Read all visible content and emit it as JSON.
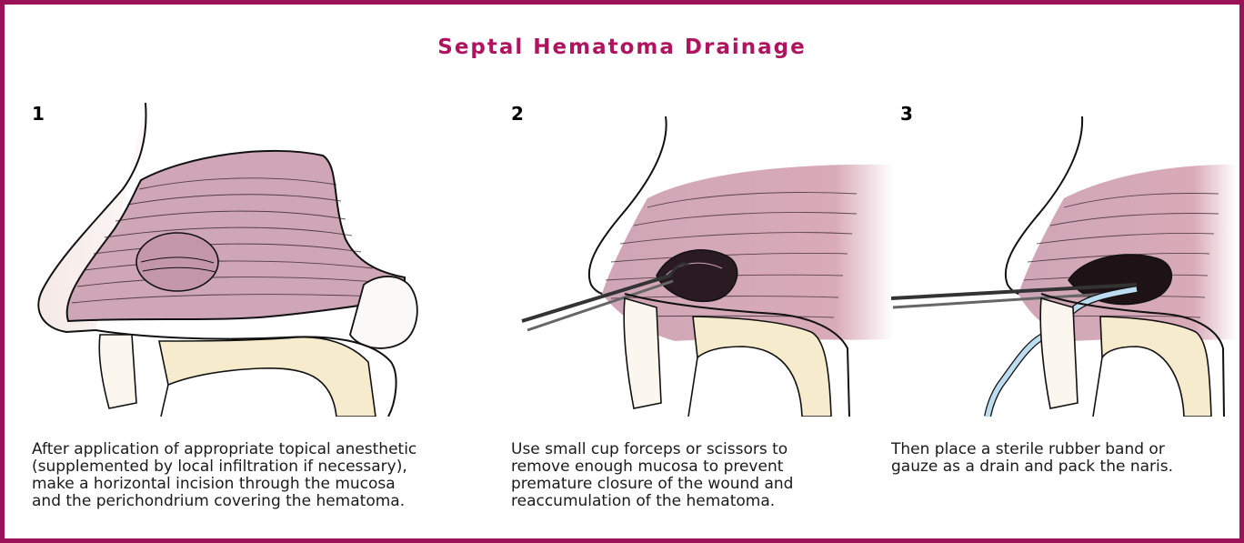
{
  "title": "Septal Hematoma Drainage",
  "steps": [
    {
      "number": "1",
      "caption_lines": [
        "After application of appropriate topical anesthetic",
        "(supplemented by local infiltration if necessary),",
        "make a horizontal incision through the mucosa",
        "and the perichondrium covering the hematoma."
      ]
    },
    {
      "number": "2",
      "caption_lines": [
        "Use small cup forceps or scissors to",
        "remove enough mucosa to prevent",
        "premature closure of the wound and",
        "reaccumulation of the hematoma."
      ]
    },
    {
      "number": "3",
      "caption_lines": [
        "Then place a sterile rubber band or",
        "gauze as a drain and pack the naris."
      ]
    }
  ],
  "colors": {
    "border": "#9c1258",
    "title": "#b0145f",
    "mucosa": "#cfa6b6",
    "bone": "#f6eccd",
    "drain": "#bcdcf0"
  }
}
